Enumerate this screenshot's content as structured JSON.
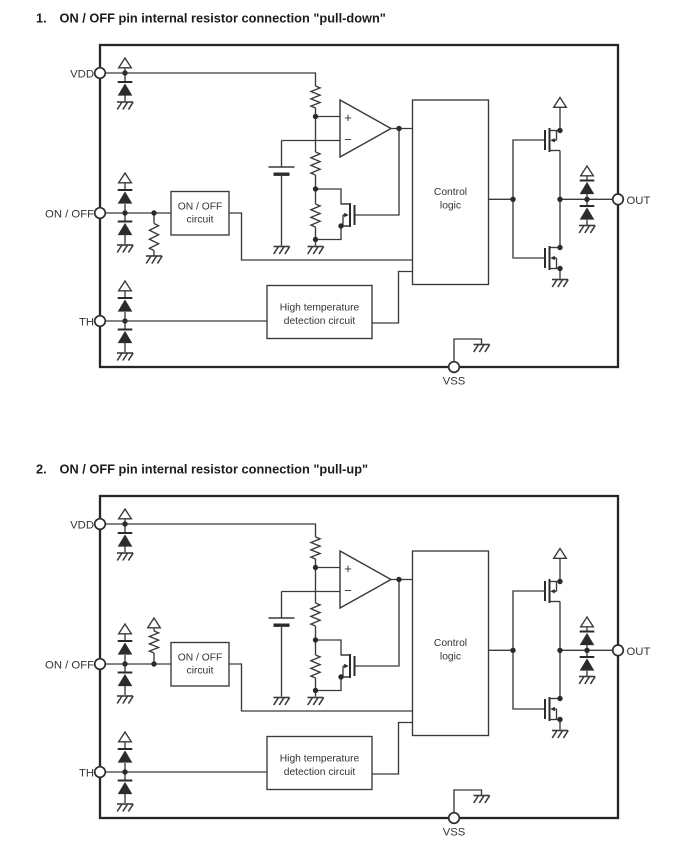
{
  "colors": {
    "background": "#ffffff",
    "line": "#3a3a3a",
    "ink": "#2b2b2b",
    "text": "#343434",
    "title": "#1c1c1c"
  },
  "figures": [
    {
      "number": "1.",
      "title": "ON / OFF pin internal resistor connection \"pull-down\"",
      "resistor_variant": "pull-down",
      "pins": {
        "vdd": "VDD",
        "on_off": "ON / OFF",
        "th": "TH",
        "out": "OUT",
        "vss": "VSS"
      },
      "blocks": {
        "onoff_circuit": [
          "ON / OFF",
          "circuit"
        ],
        "control_logic": [
          "Control",
          "logic"
        ],
        "high_temp": [
          "High temperature",
          "detection circuit"
        ]
      },
      "comparator": {
        "plus": "+",
        "minus": "−"
      }
    },
    {
      "number": "2.",
      "title": "ON / OFF pin internal resistor connection \"pull-up\"",
      "resistor_variant": "pull-up",
      "pins": {
        "vdd": "VDD",
        "on_off": "ON / OFF",
        "th": "TH",
        "out": "OUT",
        "vss": "VSS"
      },
      "blocks": {
        "onoff_circuit": [
          "ON / OFF",
          "circuit"
        ],
        "control_logic": [
          "Control",
          "logic"
        ],
        "high_temp": [
          "High temperature",
          "detection circuit"
        ]
      },
      "comparator": {
        "plus": "+",
        "minus": "−"
      }
    }
  ]
}
